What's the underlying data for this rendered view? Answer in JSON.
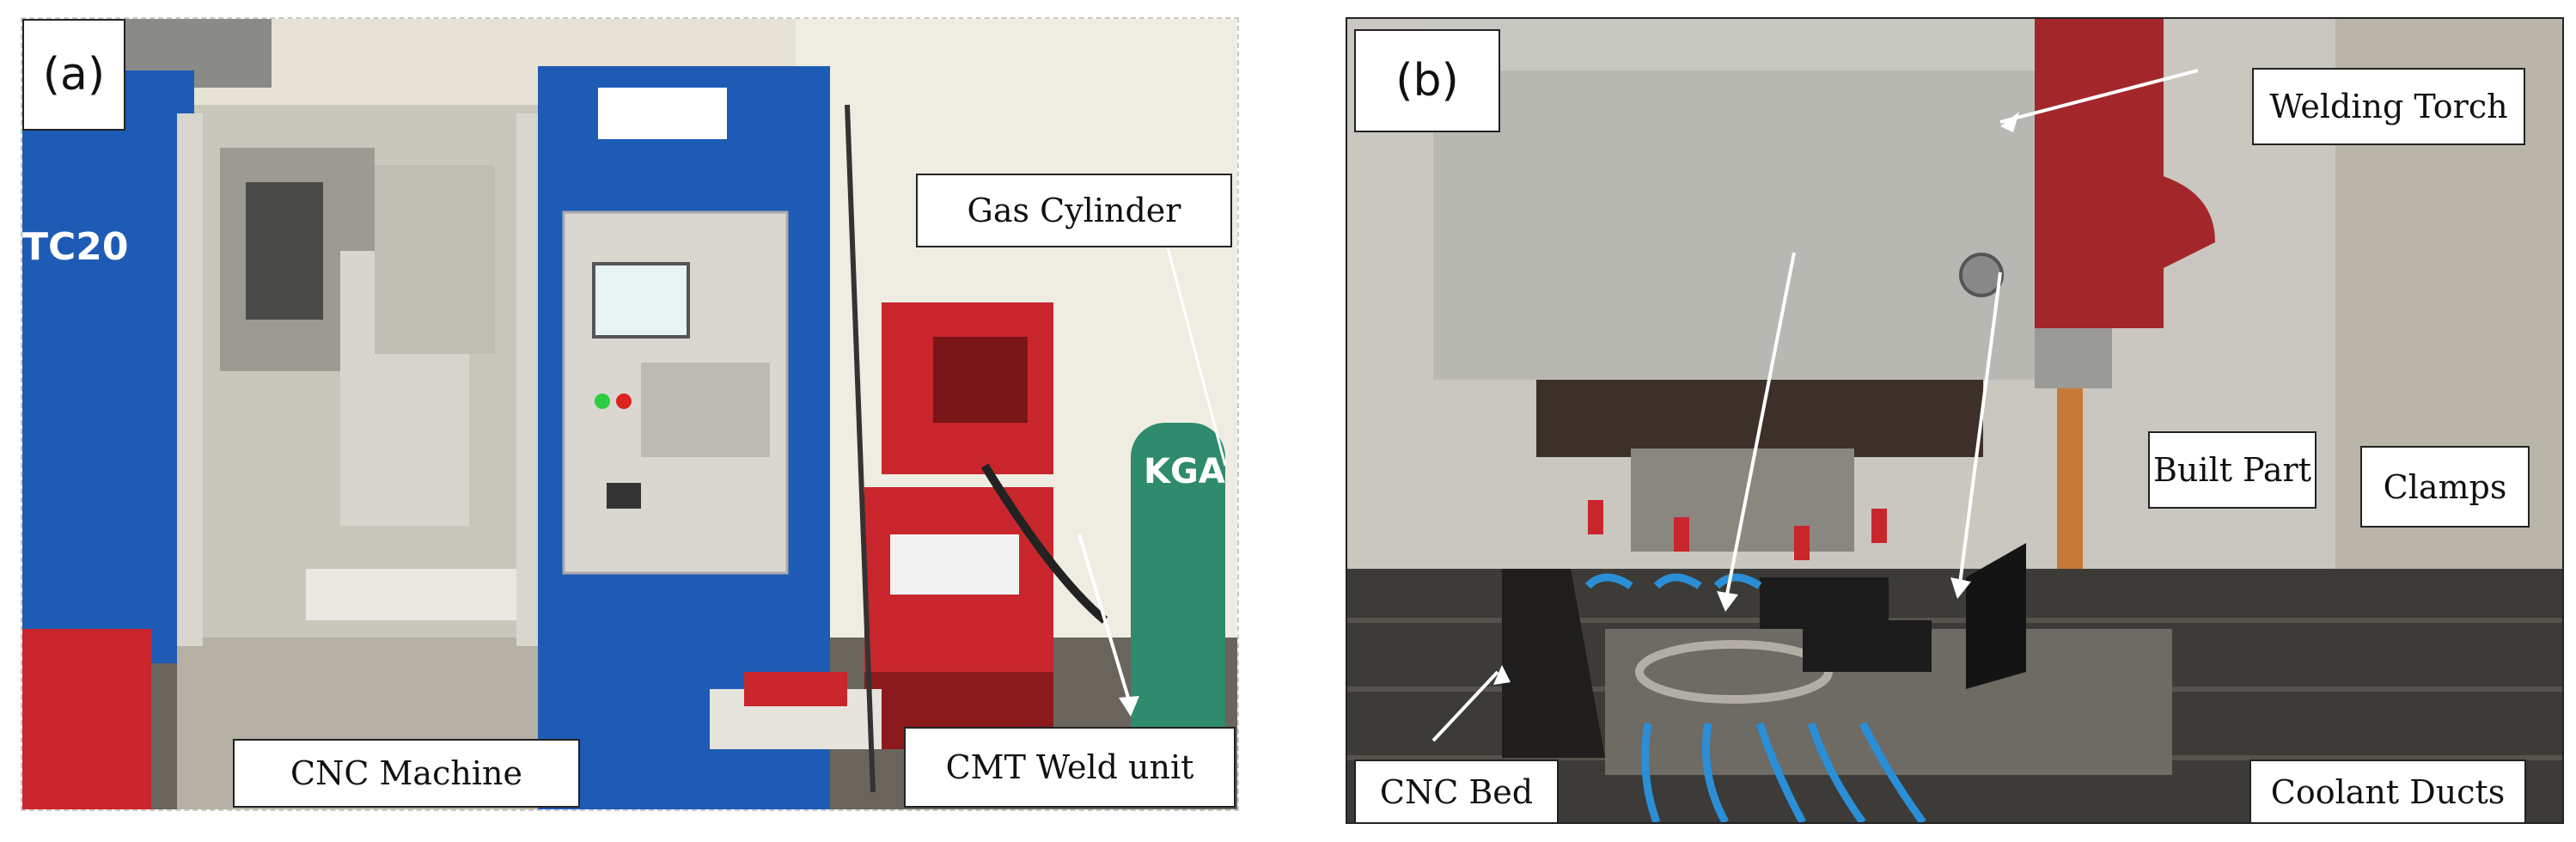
{
  "panel_a": {
    "tag": "(a)",
    "labels": {
      "gas_cylinder": "Gas Cylinder",
      "cnc_machine": "CNC Machine",
      "cmt_weld_unit": "CMT Weld unit"
    },
    "machine_text": "TC20",
    "cylinder_text": "KGA"
  },
  "panel_b": {
    "tag": "(b)",
    "labels": {
      "welding_torch": "Welding Torch",
      "built_part": "Built Part",
      "clamps": "Clamps",
      "cnc_bed": "CNC Bed",
      "coolant_ducts": "Coolant Ducts"
    }
  },
  "colors": {
    "machine_blue": "#1e5bb5",
    "weld_red": "#c8262c",
    "cylinder_green": "#2e8b6e",
    "coolant_blue": "#2a8fd6",
    "spindle_grey": "#b8b8b2"
  }
}
